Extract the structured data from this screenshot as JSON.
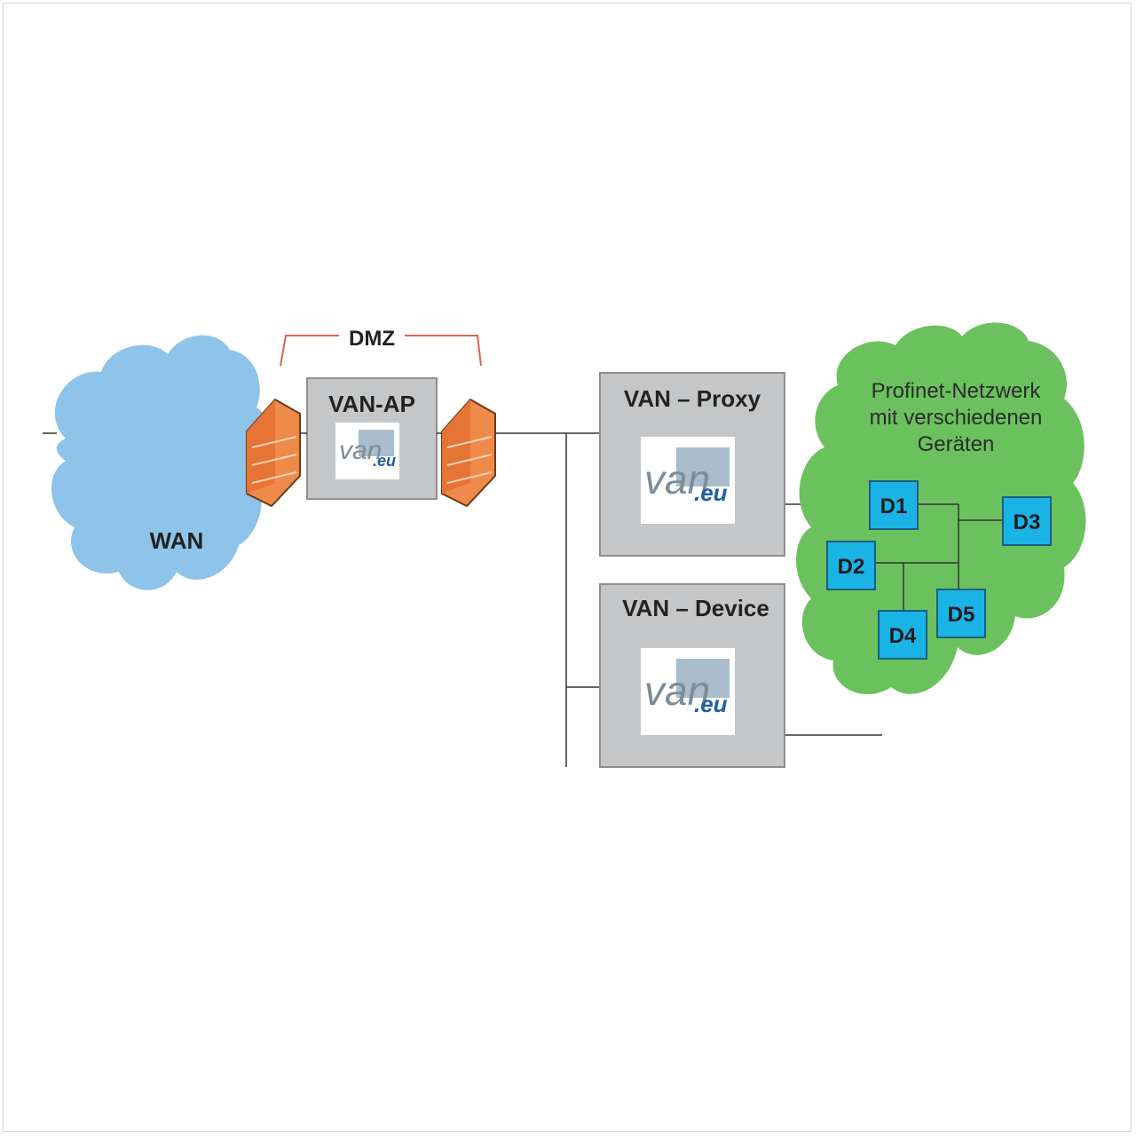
{
  "dmz": {
    "label": "DMZ"
  },
  "wan": {
    "label": "WAN",
    "color": "#8ec3ea"
  },
  "van_ap": {
    "label": "VAN-AP"
  },
  "van_proxy": {
    "label": "VAN – Proxy"
  },
  "van_device": {
    "label": "VAN – Device"
  },
  "logo": {
    "text_main": "van",
    "text_tld": ".eu"
  },
  "profinet": {
    "label_lines": [
      "Profinet-Netzwerk",
      "mit verschiedenen",
      "Geräten"
    ],
    "color": "#6cc15f"
  },
  "devices": [
    "D1",
    "D2",
    "D3",
    "D4",
    "D5"
  ],
  "colors": {
    "firewall": "#f08a4b",
    "box": "#c4c6c8",
    "device": "#1ab3e6",
    "dmz_bracket": "#e0604f"
  }
}
